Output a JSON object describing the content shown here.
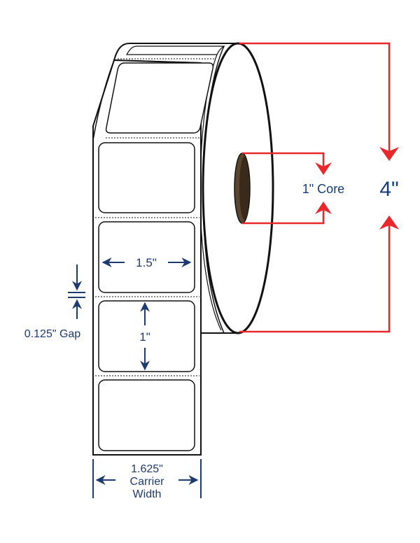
{
  "diagram": {
    "core_label": "1\" Core",
    "outer_label": "4\"",
    "label_width_label": "1.5\"",
    "label_height_label": "1\"",
    "gap_label": "0.125\" Gap",
    "carrier_line1": "1.625\"",
    "carrier_line2": "Carrier",
    "carrier_line3": "Width",
    "colors": {
      "red_dimension": "#e8282b",
      "blue_dimension": "#1f3a6e",
      "core_brown": "#5a4530",
      "core_dark": "#3a2a1a",
      "outline": "#111111"
    }
  }
}
